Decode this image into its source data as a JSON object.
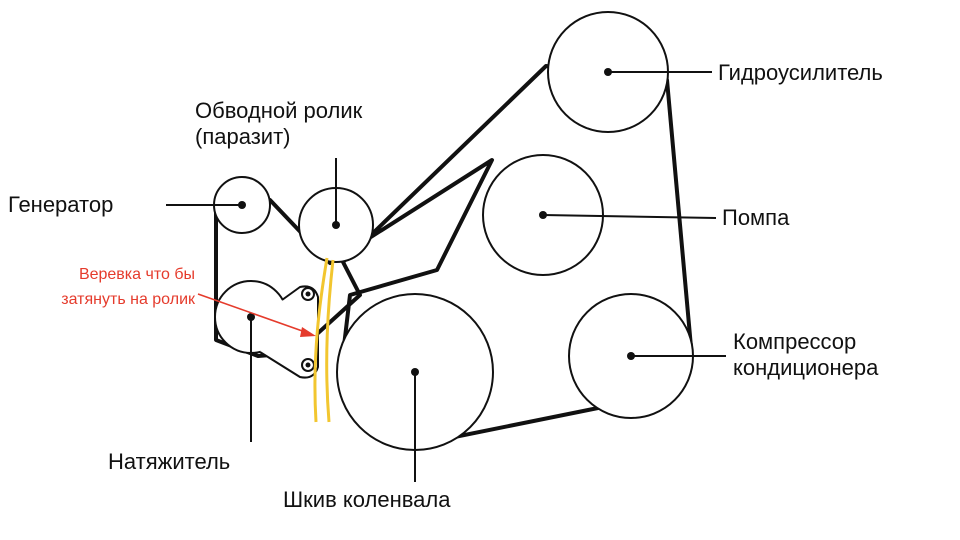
{
  "labels": {
    "power_steering": "Гидроусилитель",
    "idler_line1": "Обводной ролик",
    "idler_line2": "(паразит)",
    "generator": "Генератор",
    "pump": "Помпа",
    "ac_line1": "Компрессор",
    "ac_line2": "кондиционера",
    "tensioner": "Натяжитель",
    "crankshaft": "Шкив коленвала"
  },
  "annotation": {
    "line1": "Веревка что бы",
    "line2": "затянуть на ролик",
    "color": "#e53b2c"
  },
  "colors": {
    "ink": "#111111",
    "rope": "#f2c62f"
  }
}
